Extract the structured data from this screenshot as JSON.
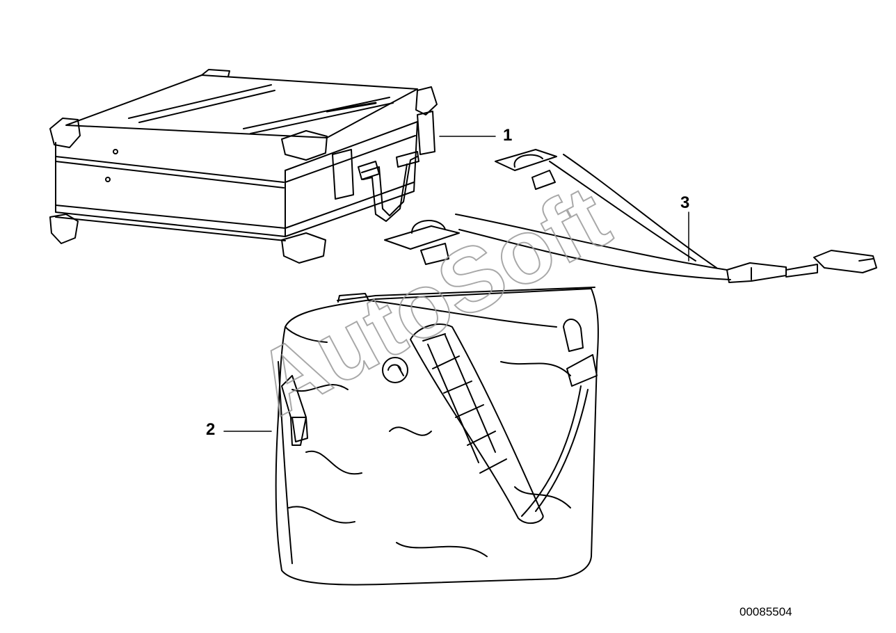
{
  "callouts": {
    "case": "1",
    "inner_bag": "2",
    "strap": "3"
  },
  "drawing_number": "00085504",
  "watermark": "AutoSoft",
  "colors": {
    "line": "#000000",
    "background": "#ffffff",
    "watermark": "#9a9a9a"
  }
}
